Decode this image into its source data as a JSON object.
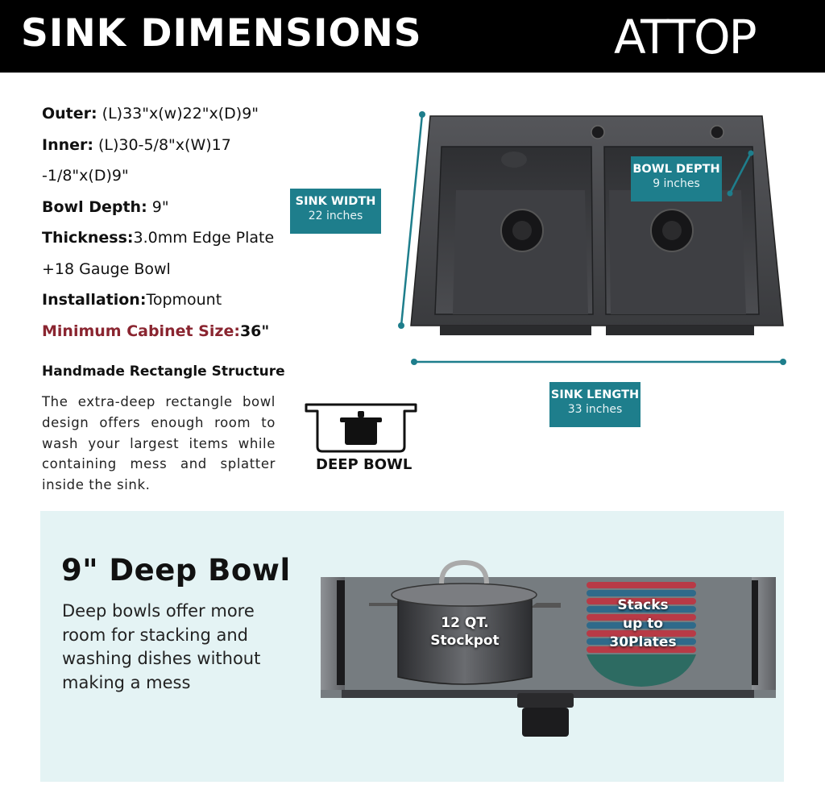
{
  "header": {
    "title": "SINK DIMENSIONS",
    "brand": "ATTOP"
  },
  "specs": {
    "outer_key": "Outer:",
    "outer_value": " (L)33\"x(w)22\"x(D)9\"",
    "inner_key": "Inner:",
    "inner_value": " (L)30-5/8\"x(W)17",
    "inner_value_cont": "-1/8\"x(D)9\"",
    "depth_key": "Bowl Depth:",
    "depth_value": " 9\"",
    "thickness_key": "Thickness:",
    "thickness_value": "3.0mm Edge Plate",
    "thickness_value_cont": "+18 Gauge Bowl",
    "installation_key": "Installation:",
    "installation_value": "Topmount",
    "cabinet_key": "Minimum Cabinet Size:",
    "cabinet_value": "36\""
  },
  "structure": {
    "title": "Handmade Rectangle Structure",
    "body": "The extra-deep rectangle bowl design offers enough room to wash your largest items while containing mess and splatter inside the sink."
  },
  "deep_bowl_icon": {
    "label": "DEEP BOWL"
  },
  "callouts": {
    "width": {
      "title": "SINK WIDTH",
      "value": "22 inches"
    },
    "depth": {
      "title": "BOWL DEPTH",
      "value": "9 inches"
    },
    "length": {
      "title": "SINK LENGTH",
      "value": "33 inches"
    }
  },
  "bottom_panel": {
    "title": "9\" Deep Bowl",
    "body": "Deep bowls offer more room for stacking and washing dishes without making a mess",
    "stockpot_line1": "12 QT.",
    "stockpot_line2": "Stockpot",
    "plates_line1": "Stacks",
    "plates_line2": "up to",
    "plates_line3": "30Plates"
  },
  "colors": {
    "accent_teal": "#1e7e8c",
    "highlight_red": "#8a2530",
    "panel_bg": "#e4f3f4",
    "header_bg": "#000000"
  }
}
